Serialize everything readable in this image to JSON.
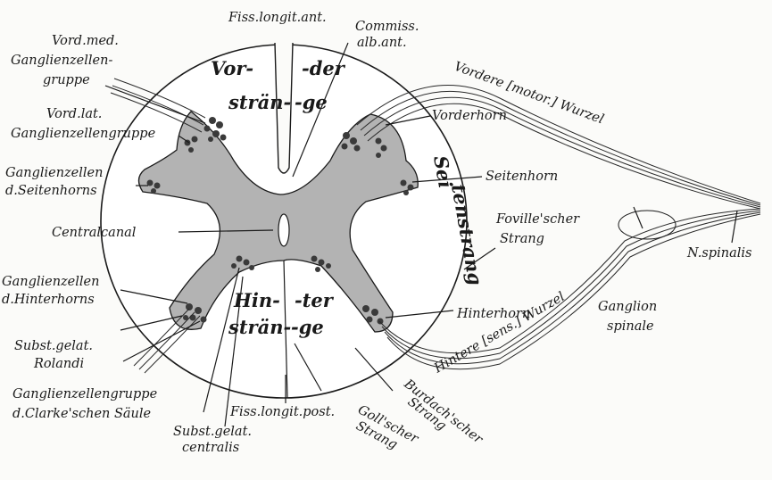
{
  "labels": {
    "fiss_longit_ant": "Fiss.longit.ant.",
    "commiss_alb_ant_1": "Commiss.",
    "commiss_alb_ant_2": "alb.ant.",
    "vord_med_1": "Vord.med.",
    "vord_med_2": "Ganglienzellen-",
    "vord_med_3": "gruppe",
    "vord_lat_1": "Vord.lat.",
    "vord_lat_2": "Ganglienzellengruppe",
    "seitenhorn_cells_1": "Ganglienzellen",
    "seitenhorn_cells_2": "d.Seitenhorns",
    "centralcanal": "Centralcanal",
    "hinterhorn_cells_1": "Ganglienzellen",
    "hinterhorn_cells_2": "d.Hinterhorns",
    "subst_gelat_rolandi_1": "Subst.gelat.",
    "subst_gelat_rolandi_2": "Rolandi",
    "clarke_1": "Ganglienzellengruppe",
    "clarke_2": "d.Clarke'schen Säule",
    "subst_gelat_centralis_1": "Subst.gelat.",
    "subst_gelat_centralis_2": "centralis",
    "fiss_longit_post": "Fiss.longit.post.",
    "goll_1": "Goll'scher",
    "goll_2": "Strang",
    "burdach_1": "Burdach'scher",
    "burdach_2": "Strang",
    "hintere_wurzel": "Hintere [sens.] Wurzel",
    "ganglion_spinale_1": "Ganglion",
    "ganglion_spinale_2": "spinale",
    "n_spinalis": "N.spinalis",
    "foville_1": "Foville'scher",
    "foville_2": "Strang",
    "hinterhorn": "Hinterhorn",
    "seitenhorn": "Seitenhorn",
    "vorderhorn": "Vorderhorn",
    "vordere_wurzel": "Vordere [motor.] Wurzel",
    "seitenstrang_1": "Sei",
    "seitenstrang_2": "tenstrang",
    "vorderstraenge_1": "Vor-",
    "vorderstraenge_2": "-der",
    "vorderstraenge_3": "strän-",
    "vorderstraenge_4": "-ge",
    "hinterstraenge_1": "Hin-",
    "hinterstraenge_2": "-ter",
    "hinterstraenge_3": "strän-",
    "hinterstraenge_4": "-ge"
  }
}
